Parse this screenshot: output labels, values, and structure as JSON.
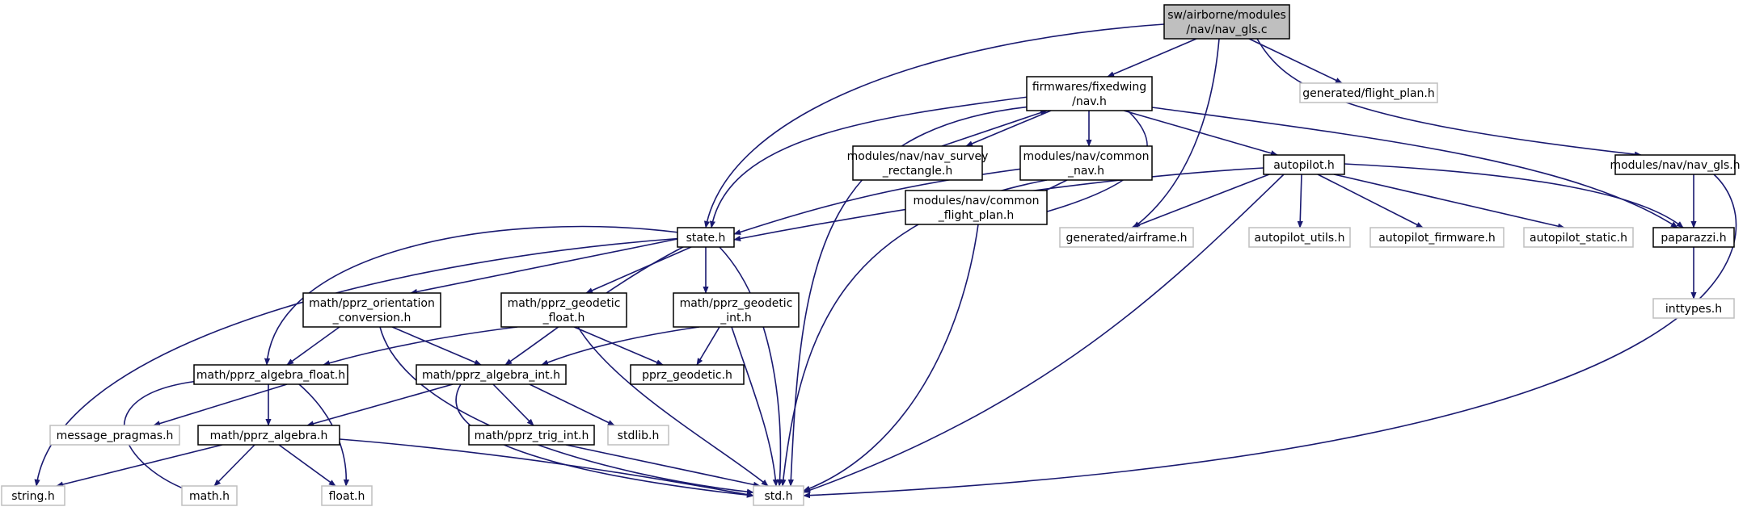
{
  "graph": {
    "edge_color": "#191970",
    "root_fill": "#bfbfbf",
    "external_border": "#bfbfbf",
    "nodes": [
      {
        "id": "root",
        "lines": [
          "sw/airborne/modules",
          "/nav/nav_gls.c"
        ],
        "kind": "root"
      },
      {
        "id": "fwnav",
        "lines": [
          "firmwares/fixedwing",
          "/nav.h"
        ],
        "kind": "internal"
      },
      {
        "id": "genflight",
        "lines": [
          "generated/flight_plan.h"
        ],
        "kind": "external"
      },
      {
        "id": "navglsh",
        "lines": [
          "modules/nav/nav_gls.h"
        ],
        "kind": "internal"
      },
      {
        "id": "survey",
        "lines": [
          "modules/nav/nav_survey",
          "_rectangle.h"
        ],
        "kind": "internal"
      },
      {
        "id": "commonnav",
        "lines": [
          "modules/nav/common",
          "_nav.h"
        ],
        "kind": "internal"
      },
      {
        "id": "autopilot",
        "lines": [
          "autopilot.h"
        ],
        "kind": "internal"
      },
      {
        "id": "state",
        "lines": [
          "state.h"
        ],
        "kind": "internal"
      },
      {
        "id": "commonfp",
        "lines": [
          "modules/nav/common",
          "_flight_plan.h"
        ],
        "kind": "internal"
      },
      {
        "id": "airframe",
        "lines": [
          "generated/airframe.h"
        ],
        "kind": "external"
      },
      {
        "id": "aputils",
        "lines": [
          "autopilot_utils.h"
        ],
        "kind": "external"
      },
      {
        "id": "apfw",
        "lines": [
          "autopilot_firmware.h"
        ],
        "kind": "external"
      },
      {
        "id": "apstatic",
        "lines": [
          "autopilot_static.h"
        ],
        "kind": "external"
      },
      {
        "id": "paparazzi",
        "lines": [
          "paparazzi.h"
        ],
        "kind": "internal"
      },
      {
        "id": "orient",
        "lines": [
          "math/pprz_orientation",
          "_conversion.h"
        ],
        "kind": "internal"
      },
      {
        "id": "geofloat",
        "lines": [
          "math/pprz_geodetic",
          "_float.h"
        ],
        "kind": "internal"
      },
      {
        "id": "geoint",
        "lines": [
          "math/pprz_geodetic",
          "_int.h"
        ],
        "kind": "internal"
      },
      {
        "id": "inttypes",
        "lines": [
          "inttypes.h"
        ],
        "kind": "external"
      },
      {
        "id": "algfloat",
        "lines": [
          "math/pprz_algebra_float.h"
        ],
        "kind": "internal"
      },
      {
        "id": "algint",
        "lines": [
          "math/pprz_algebra_int.h"
        ],
        "kind": "internal"
      },
      {
        "id": "geodetic",
        "lines": [
          "pprz_geodetic.h"
        ],
        "kind": "internal"
      },
      {
        "id": "msgprag",
        "lines": [
          "message_pragmas.h"
        ],
        "kind": "external"
      },
      {
        "id": "alg",
        "lines": [
          "math/pprz_algebra.h"
        ],
        "kind": "internal"
      },
      {
        "id": "trig",
        "lines": [
          "math/pprz_trig_int.h"
        ],
        "kind": "internal"
      },
      {
        "id": "stdlib",
        "lines": [
          "stdlib.h"
        ],
        "kind": "external"
      },
      {
        "id": "string",
        "lines": [
          "string.h"
        ],
        "kind": "external"
      },
      {
        "id": "math",
        "lines": [
          "math.h"
        ],
        "kind": "external"
      },
      {
        "id": "float",
        "lines": [
          "float.h"
        ],
        "kind": "external"
      },
      {
        "id": "std",
        "lines": [
          "std.h"
        ],
        "kind": "external"
      }
    ]
  }
}
